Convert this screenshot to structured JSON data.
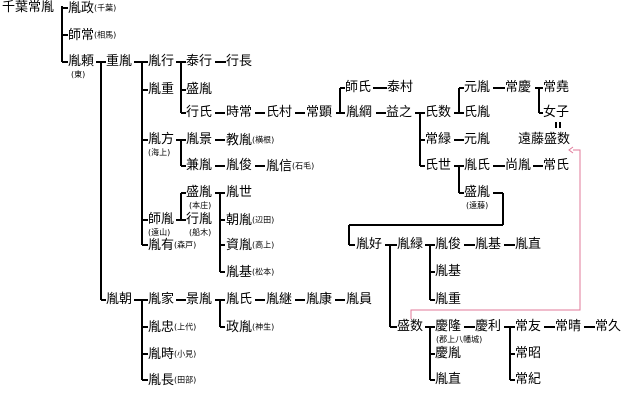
{
  "diagram": {
    "colors": {
      "text": "#000000",
      "line": "#000000",
      "adoption_line": "#e07a9a"
    },
    "people": {
      "tsunetane": "千葉常胤",
      "tanemasa": {
        "name": "胤政",
        "note": "(千葉)"
      },
      "morotsune": {
        "name": "師常",
        "note": "(相馬)"
      },
      "taneyori": {
        "name": "胤頼",
        "note": "(東)"
      },
      "shigetane": "重胤",
      "taneyuki": "胤行",
      "yasuyuki": "泰行",
      "yukinaga": "行長",
      "taneshige": "胤重",
      "moritane": "盛胤",
      "yukiuji": "行氏",
      "tokitsune": "時常",
      "ujimura": "氏村",
      "tsuneaki": "常顕",
      "moroji": "師氏",
      "yasumura": "泰村",
      "tanetsuna": "胤綱",
      "masuyuki": "益之",
      "ujikazu": "氏数",
      "mototane": "元胤",
      "tsuneyoshi": "常慶",
      "tsuneyori": "常堯",
      "ujitane": "氏胤",
      "joshi": "女子",
      "tokazu": "遠藤盛数",
      "tanekata": {
        "name": "胤方",
        "note": "(海上)"
      },
      "tanekage": {
        "name": "胤景",
        "note": ""
      },
      "noritane": {
        "name": "教胤",
        "note": "(横根)"
      },
      "kentane": "兼胤",
      "tanetoshi": "胤俊",
      "tanenobu": {
        "name": "胤信",
        "note": "(石毛)"
      },
      "tsuneroku": "常緑",
      "mototane2": "元胤",
      "ujiyo": "氏世",
      "ujitane2": "胤氏",
      "hisatane": "尚胤",
      "tsuneuji": "常氏",
      "moritane2": {
        "name": "盛胤",
        "note": "(遠藤)"
      },
      "moritane3": {
        "name": "盛胤",
        "note": "(本庄)"
      },
      "taneyo": "胤世",
      "yukitane": {
        "name": "行胤",
        "note": "(船木)"
      },
      "tomotane": {
        "name": "朝胤",
        "note": "(辺田)"
      },
      "morotane": {
        "name": "師胤",
        "note": "(遠山)"
      },
      "taneari": {
        "name": "胤有",
        "note": "(森戸)"
      },
      "suketane": {
        "name": "資胤",
        "note": "(高上)"
      },
      "tanemoto": {
        "name": "胤基",
        "note": "(松本)"
      },
      "taneyoshi": "胤好",
      "tanenori": "胤緑",
      "tanetoshi2": "胤俊",
      "tanemoto2": "胤基",
      "tanenao": "胤直",
      "tanemoto3": "胤基",
      "taneshige2": "胤重",
      "tanetomo": "胤朝",
      "taneie": "胤家",
      "kagetane": "景胤",
      "taneuji": "胤氏",
      "tanetsugu": "胤継",
      "tanehiro": "胤康",
      "tanekazu": "胤員",
      "masatane": {
        "name": "政胤",
        "note": "(神生)"
      },
      "tanetada": {
        "name": "胤忠",
        "note": "(上代)"
      },
      "tanetoki": {
        "name": "胤時",
        "note": "(小見)"
      },
      "tanenaga": {
        "name": "胤長",
        "note": "(田部)"
      },
      "morikazu": "盛数",
      "yoshitaka": {
        "name": "慶隆",
        "note": "(郡上八幡城)"
      },
      "yoshitoshi": "慶利",
      "yoshitane": "慶胤",
      "tanenao2": "胤直",
      "tsunetomo": "常友",
      "tsuneharu": "常晴",
      "tsunehisa": "常久",
      "tsuneaki2": "常昭",
      "tsunenori": "常紀"
    }
  }
}
